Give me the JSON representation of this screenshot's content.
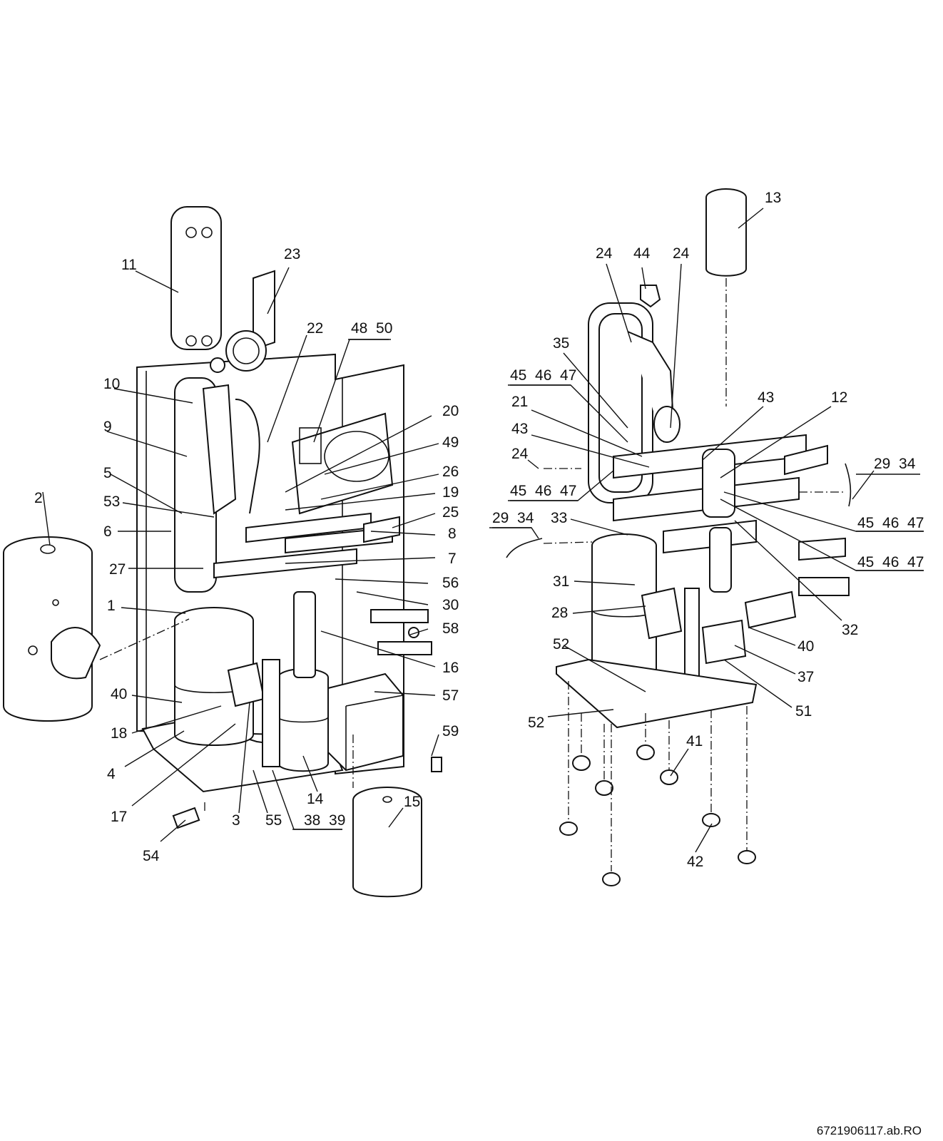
{
  "document_id": "6721906117.ab.RO",
  "left_view_callouts": [
    {
      "id": "c11",
      "text": "11"
    },
    {
      "id": "c23",
      "text": "23"
    },
    {
      "id": "c22",
      "text": "22"
    },
    {
      "id": "c48-50",
      "text": "48  50"
    },
    {
      "id": "c10",
      "text": "10"
    },
    {
      "id": "c9",
      "text": "9"
    },
    {
      "id": "c5",
      "text": "5"
    },
    {
      "id": "c53",
      "text": "53"
    },
    {
      "id": "c2",
      "text": "2"
    },
    {
      "id": "c6",
      "text": "6"
    },
    {
      "id": "c27",
      "text": "27"
    },
    {
      "id": "c1",
      "text": "1"
    },
    {
      "id": "c40a",
      "text": "40"
    },
    {
      "id": "c18",
      "text": "18"
    },
    {
      "id": "c4",
      "text": "4"
    },
    {
      "id": "c17",
      "text": "17"
    },
    {
      "id": "c3",
      "text": "3"
    },
    {
      "id": "c55",
      "text": "55"
    },
    {
      "id": "c38-39",
      "text": "38  39"
    },
    {
      "id": "c54",
      "text": "54"
    },
    {
      "id": "c15",
      "text": "15"
    },
    {
      "id": "c14",
      "text": "14"
    },
    {
      "id": "c59",
      "text": "59"
    },
    {
      "id": "c57",
      "text": "57"
    },
    {
      "id": "c16",
      "text": "16"
    },
    {
      "id": "c58",
      "text": "58"
    },
    {
      "id": "c30",
      "text": "30"
    },
    {
      "id": "c56",
      "text": "56"
    },
    {
      "id": "c7",
      "text": "7"
    },
    {
      "id": "c8",
      "text": "8"
    },
    {
      "id": "c25",
      "text": "25"
    },
    {
      "id": "c19",
      "text": "19"
    },
    {
      "id": "c26",
      "text": "26"
    },
    {
      "id": "c49",
      "text": "49"
    },
    {
      "id": "c20",
      "text": "20"
    }
  ],
  "right_view_callouts": [
    {
      "id": "c13",
      "text": "13"
    },
    {
      "id": "c24a",
      "text": "24"
    },
    {
      "id": "c44",
      "text": "44"
    },
    {
      "id": "c24b",
      "text": "24"
    },
    {
      "id": "c35",
      "text": "35"
    },
    {
      "id": "c45-47a",
      "text": "45  46  47"
    },
    {
      "id": "c21",
      "text": "21"
    },
    {
      "id": "c43a",
      "text": "43"
    },
    {
      "id": "c24c",
      "text": "24"
    },
    {
      "id": "c45-47b",
      "text": "45  46  47"
    },
    {
      "id": "c29-34a",
      "text": "29  34"
    },
    {
      "id": "c33",
      "text": "33"
    },
    {
      "id": "c31",
      "text": "31"
    },
    {
      "id": "c28",
      "text": "28"
    },
    {
      "id": "c52a",
      "text": "52"
    },
    {
      "id": "c52b",
      "text": "52"
    },
    {
      "id": "c43b",
      "text": "43"
    },
    {
      "id": "c12",
      "text": "12"
    },
    {
      "id": "c29-34b",
      "text": "29  34"
    },
    {
      "id": "c45-47c",
      "text": "45  46  47"
    },
    {
      "id": "c45-47d",
      "text": "45  46  47"
    },
    {
      "id": "c32",
      "text": "32"
    },
    {
      "id": "c40b",
      "text": "40"
    },
    {
      "id": "c37",
      "text": "37"
    },
    {
      "id": "c51",
      "text": "51"
    },
    {
      "id": "c41",
      "text": "41"
    },
    {
      "id": "c42",
      "text": "42"
    }
  ]
}
